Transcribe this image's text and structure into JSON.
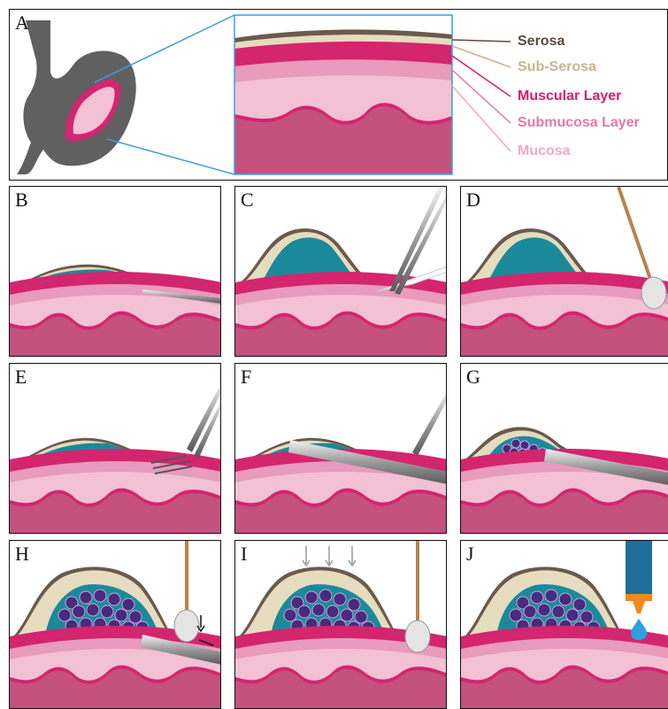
{
  "panel_labels": {
    "a": "A",
    "b": "B",
    "c": "C",
    "d": "D",
    "e": "E",
    "f": "F",
    "g": "G",
    "h": "H",
    "i": "I",
    "j": "J"
  },
  "legend": [
    {
      "text": "Serosa",
      "color": "#5b4a3f"
    },
    {
      "text": "Sub-Serosa",
      "color": "#c8b48c"
    },
    {
      "text": "Muscular Layer",
      "color": "#d4206e"
    },
    {
      "text": "Submucosa Layer",
      "color": "#e07aa8"
    },
    {
      "text": "Mucosa",
      "color": "#f0a9c8"
    }
  ],
  "colors": {
    "stomach": "#606060",
    "serosa": "#6b5a4c",
    "subserosa": "#e6dcc0",
    "muscular": "#d4256f",
    "submucosa": "#e89bbd",
    "mucosa_light": "#f2c1d4",
    "mucosa": "#c4517e",
    "fluid": "#1a8a9a",
    "particles": "#4a2a7a",
    "zoom_box": "#3aa0e0",
    "applicator_stick": "#b8834a",
    "applicator_tip": "#e4e4e4",
    "dropper_body": "#1e6f9a",
    "dropper_tip": "#f08a1a",
    "droplet": "#2aa0e0"
  }
}
